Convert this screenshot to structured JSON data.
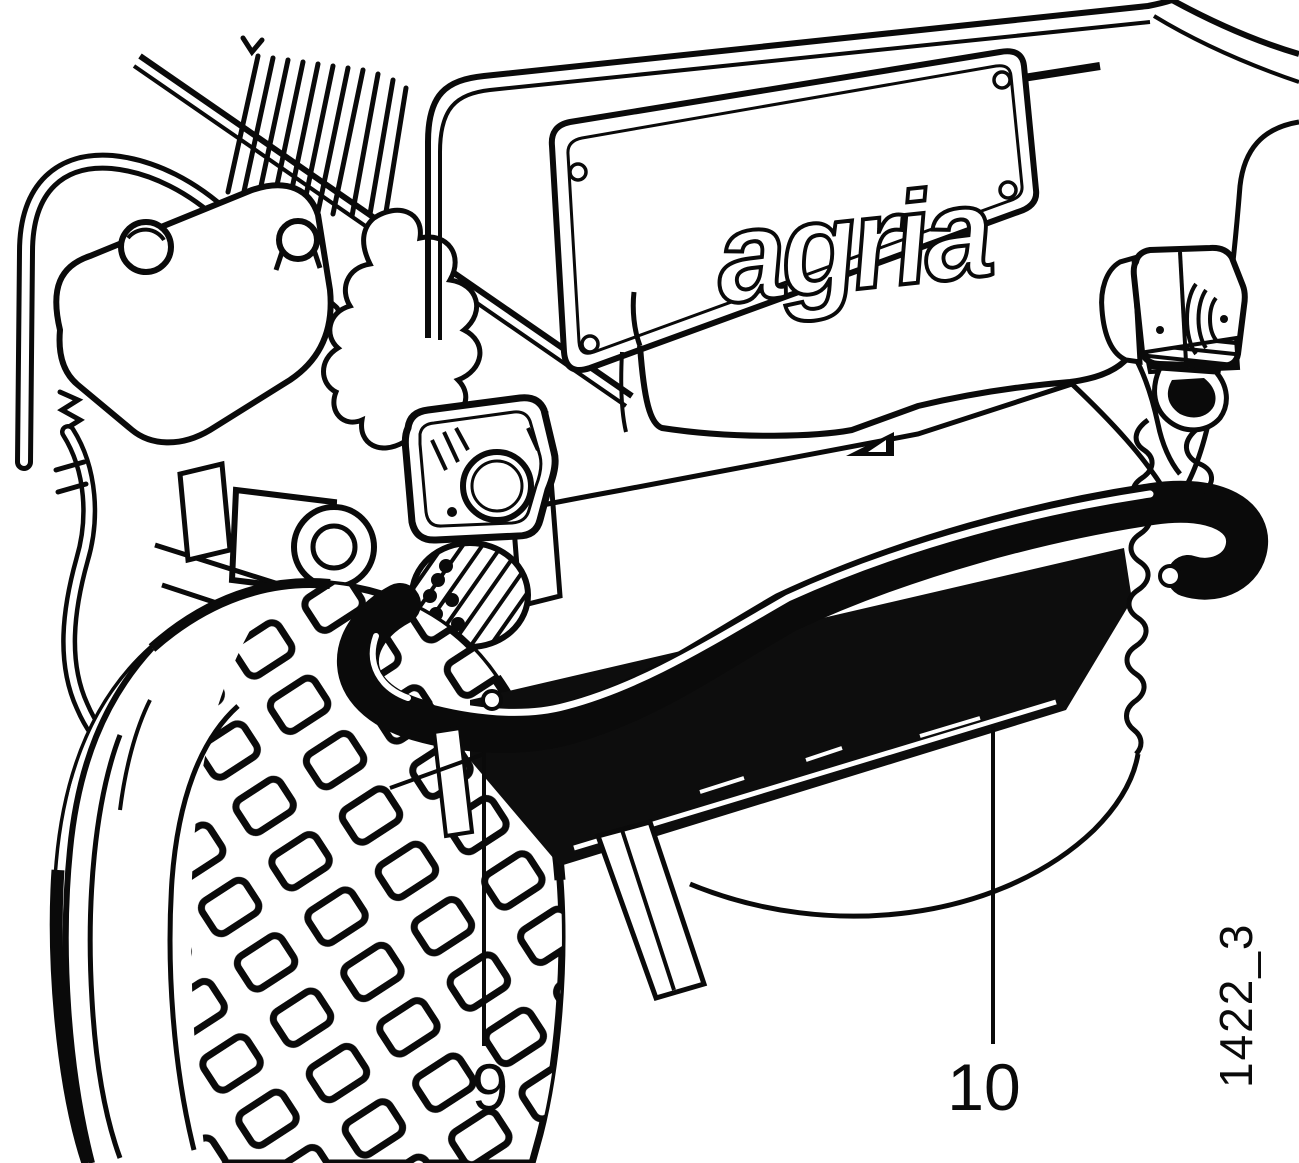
{
  "figure": {
    "brand_logo": "agria",
    "figure_code": "1422_3",
    "callouts": [
      {
        "label": "9"
      },
      {
        "label": "10"
      }
    ],
    "colors": {
      "ink": "#0a0a0a",
      "paper": "#ffffff"
    }
  }
}
